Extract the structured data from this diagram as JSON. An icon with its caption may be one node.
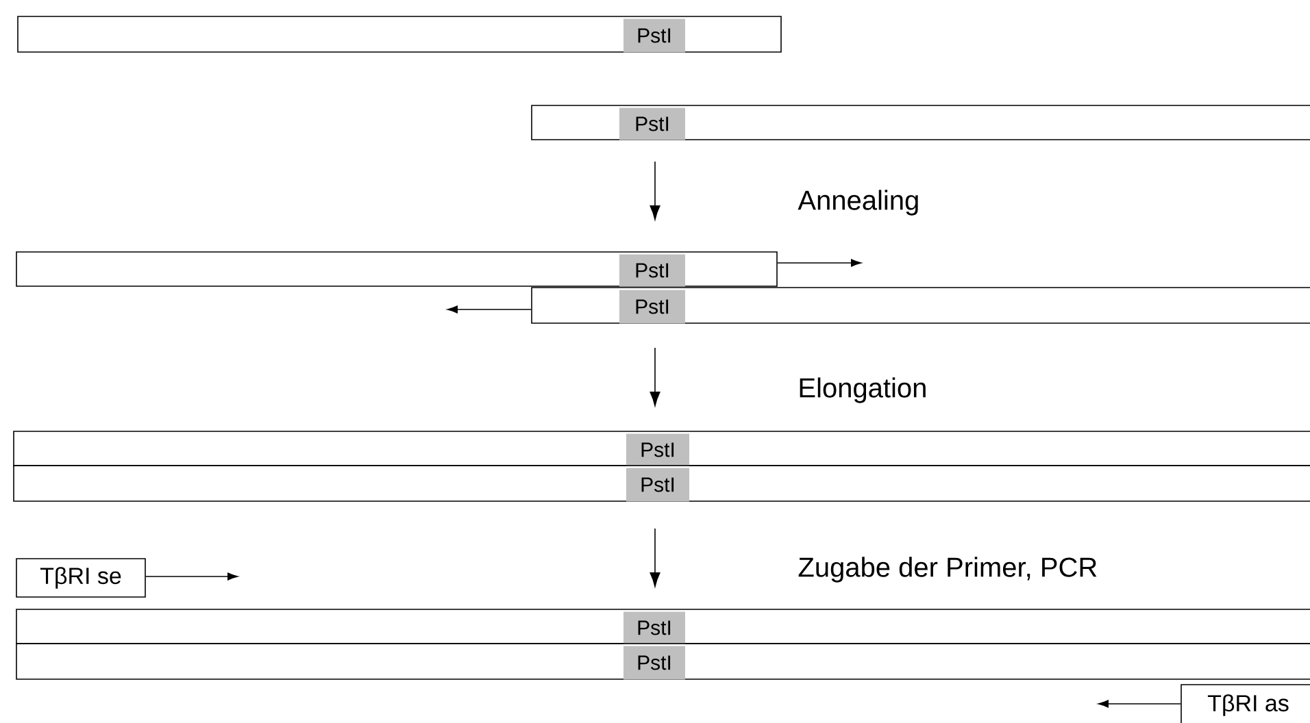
{
  "diagram": {
    "nodes": [
      {
        "text": [],
        "shape": "box"
      },
      {
        "text": [
          "PstI"
        ],
        "in": 0
      },
      {
        "text": [],
        "shape": "box"
      },
      {
        "text": [
          "PstI"
        ],
        "in": 2
      },
      {
        "text": [],
        "shape": "box"
      },
      {
        "text": [
          "PstI"
        ],
        "in": 4
      },
      {
        "text": [],
        "shape": "box"
      },
      {
        "text": [
          "PstI"
        ],
        "in": 6
      },
      {
        "text": [],
        "shape": "box"
      },
      {
        "text": [
          "PstI"
        ],
        "in": 8
      },
      {
        "text": [],
        "shape": "box"
      },
      {
        "text": [
          "PstI"
        ],
        "in": 10
      },
      {
        "text": [
          "TβRI se"
        ]
      },
      {
        "text": [],
        "shape": "box"
      },
      {
        "text": [
          "PstI"
        ],
        "in": 13
      },
      {
        "text": [],
        "shape": "box"
      },
      {
        "text": [
          "PstI"
        ],
        "in": 15
      },
      {
        "text": [
          "TβRI as"
        ]
      }
    ],
    "edges": [
      {
        "from": 4,
        "to": null,
        "arrow": "to"
      },
      {
        "from": 6,
        "to": null,
        "arrow": "to"
      },
      {
        "from": 12,
        "to": null,
        "arrow": "to"
      },
      {
        "from": 17,
        "to": null,
        "arrow": "to"
      }
    ],
    "labels": [
      "Annealing",
      "Elongation",
      "Zugabe der Primer, PCR"
    ]
  }
}
